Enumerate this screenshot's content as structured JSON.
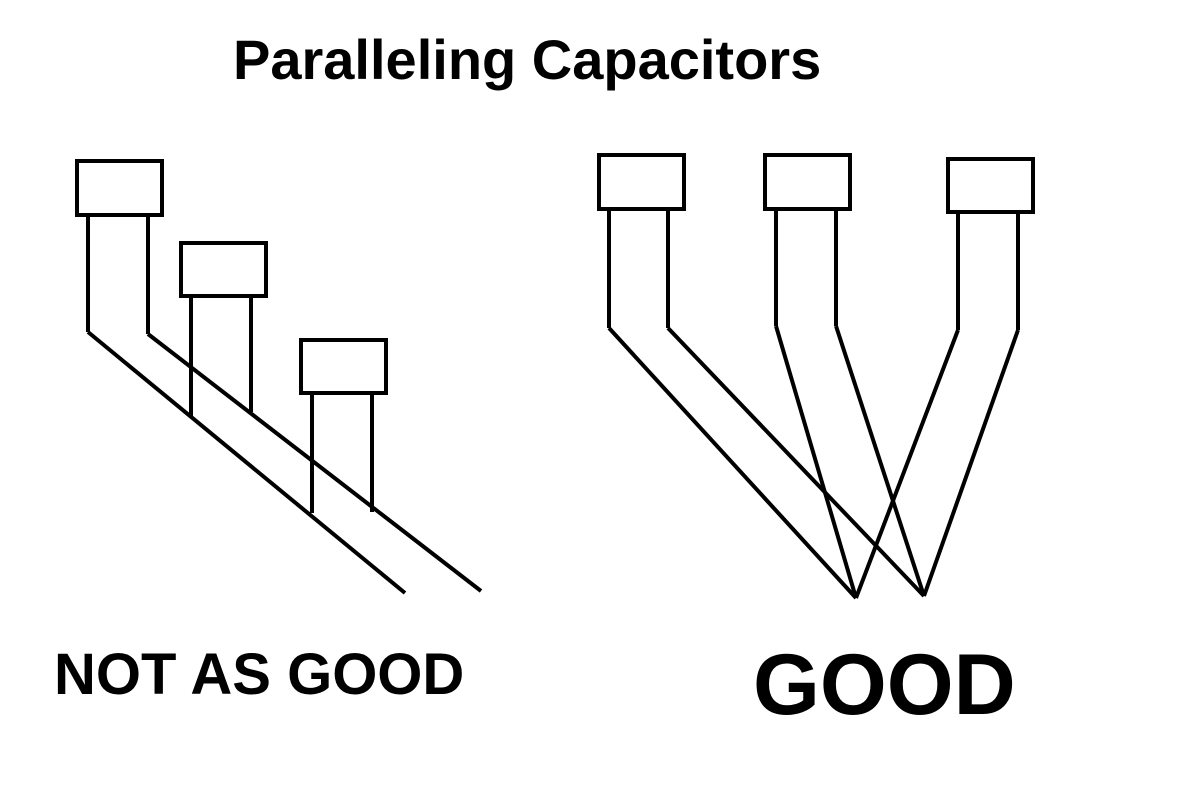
{
  "title": "Paralleling Capacitors",
  "left_diagram": {
    "caption": "NOT AS GOOD",
    "capacitor_count": 3
  },
  "right_diagram": {
    "caption": "GOOD",
    "capacitor_count": 3
  },
  "colors": {
    "line": "#000000",
    "background": "#ffffff"
  }
}
